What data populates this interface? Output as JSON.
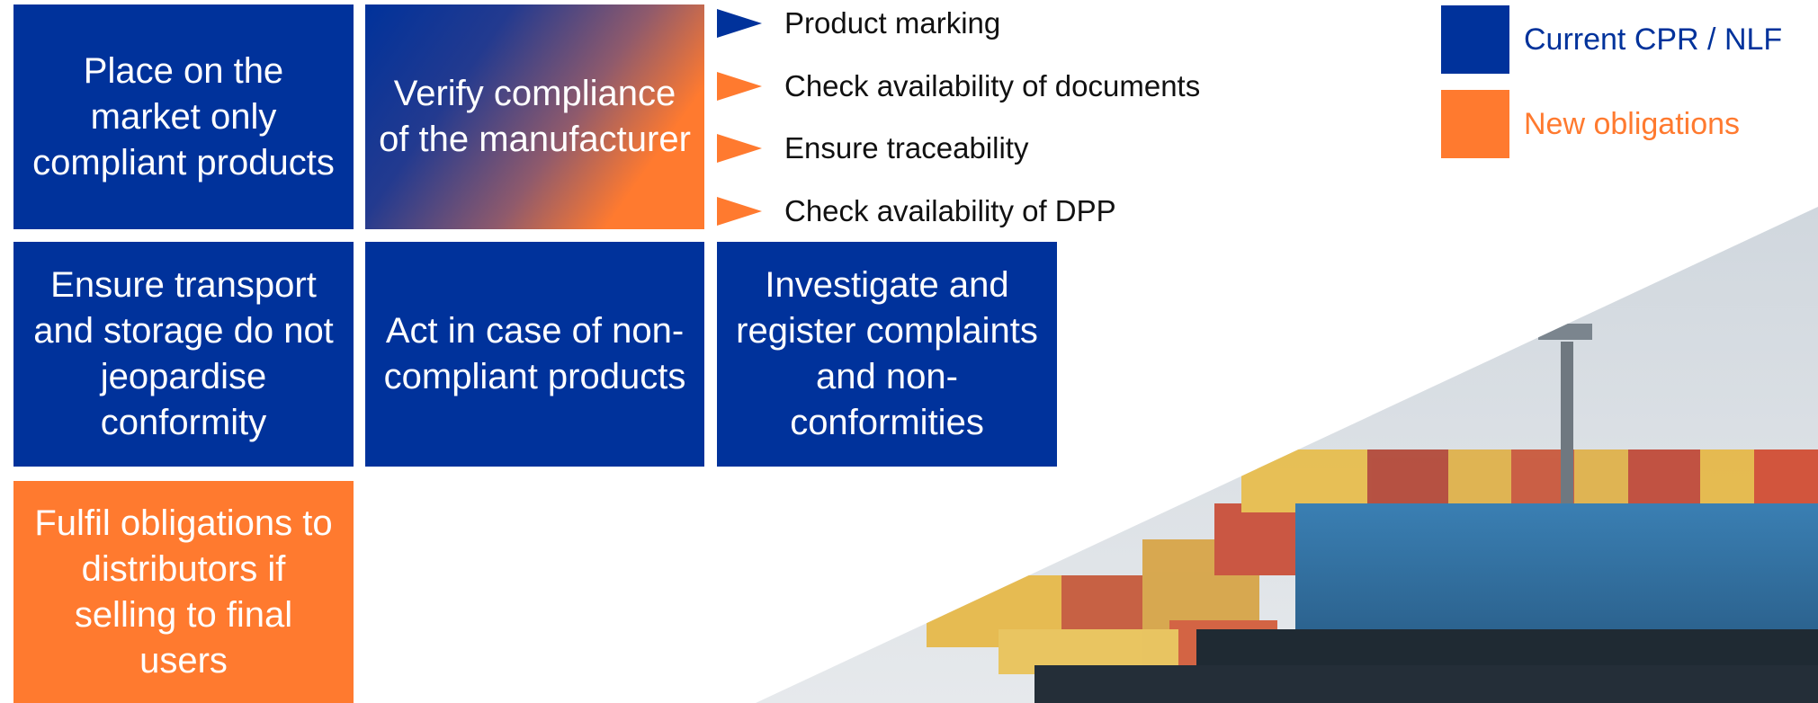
{
  "tiles": {
    "place_on_market": "Place on the market only compliant products",
    "verify_compliance": "Verify compliance of the manufacturer",
    "ensure_transport": "Ensure transport and storage do not jeopardise conformity",
    "act_noncompliant": "Act in case of non-compliant products",
    "investigate_register": "Investigate and register complaints and non-conformities",
    "fulfil_obligations": "Fulfil obligations to distributors if selling to final users"
  },
  "bullets": [
    {
      "label": "Product marking",
      "type": "current"
    },
    {
      "label": "Check availability of documents",
      "type": "new"
    },
    {
      "label": "Ensure traceability",
      "type": "new"
    },
    {
      "label": "Check availability of DPP",
      "type": "new"
    }
  ],
  "legend": {
    "current": "Current CPR / NLF",
    "new": "New obligations"
  },
  "colors": {
    "current_blue": "#00329b",
    "new_orange": "#ff7a2f",
    "legend_current_text": "#00329b",
    "legend_new_text": "#ff7a2f"
  },
  "background": {
    "image_description_icon": "cargo-ship-photo"
  }
}
